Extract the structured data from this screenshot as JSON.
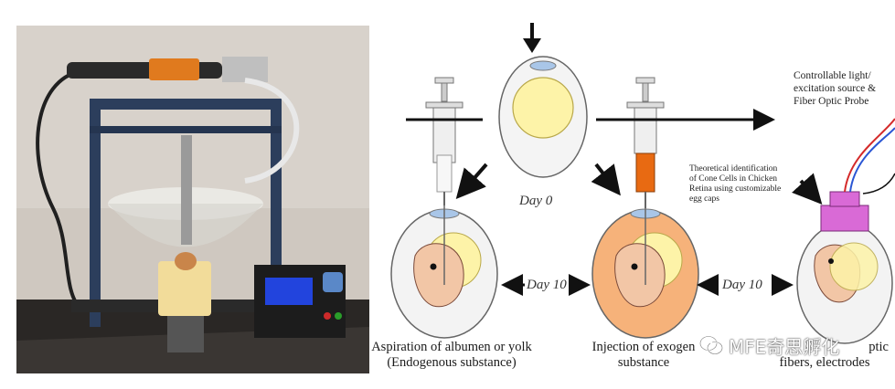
{
  "figure": {
    "photo_alt": "3D-printer based egg injection apparatus",
    "labels": {
      "day0": "Day 0",
      "day10_left": "Day 10",
      "day10_right": "Day 10",
      "theoretical_note": [
        "Theoretical identification",
        "of Cone Cells in Chicken",
        "Retina using customizable",
        "egg caps"
      ],
      "controllable": [
        "Controllable light/",
        "excitation source &",
        "Fiber Optic Probe"
      ]
    },
    "captions": {
      "aspiration": [
        "Aspiration of albumen or yolk",
        "(Endogenous substance)"
      ],
      "injection": [
        "Injection of exogen",
        "substance"
      ],
      "fibers": [
        "ptic",
        "fibers, electrodes"
      ]
    },
    "colors": {
      "yolk": "#fdf3a8",
      "orange_egg": "#f6b27a",
      "syringe_orange": "#e86a12",
      "cap_magenta": "#d96ad6",
      "embryo": "#f2c6a6"
    }
  },
  "watermark": {
    "text": "MFE奇思孵化"
  }
}
